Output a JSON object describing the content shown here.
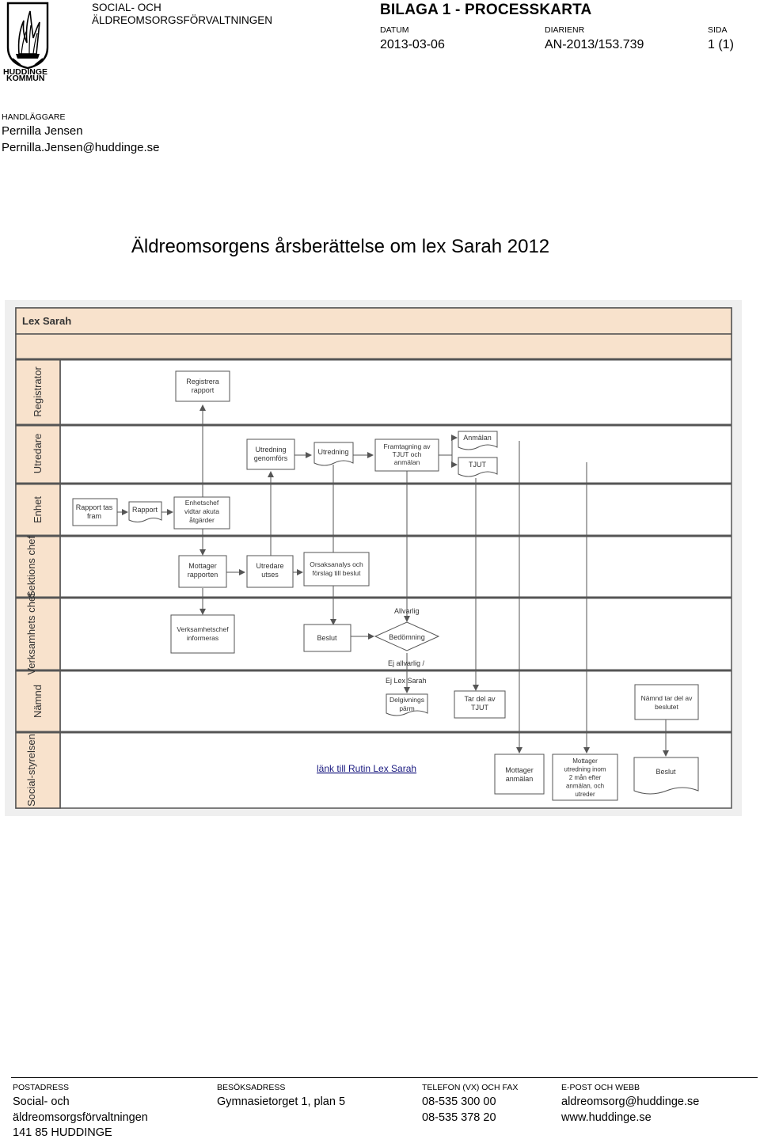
{
  "header": {
    "logo_text_line1": "HUDDINGE",
    "logo_text_line2": "KOMMUN",
    "org_line1": "SOCIAL- OCH",
    "org_line2": "ÄLDREOMSORGSFÖRVALTNINGEN",
    "title": "BILAGA 1 - PROCESSKARTA",
    "date_label": "DATUM",
    "date_value": "2013-03-06",
    "diarienr_label": "DIARIENR",
    "diarienr_value": "AN-2013/153.739",
    "page_label": "SIDA",
    "page_value": "1 (1)"
  },
  "handlaggare": {
    "label": "HANDLÄGGARE",
    "name": "Pernilla Jensen",
    "email": "Pernilla.Jensen@huddinge.se"
  },
  "main_title": "Äldreomsorgens årsberättelse om lex Sarah 2012",
  "diagram": {
    "title": "Lex Sarah",
    "lanes": [
      "Registrator",
      "Utredare",
      "Enhet",
      "Sektions chef",
      "Verksamhets chef",
      "Nämnd",
      "Social-styrelsen"
    ],
    "nodes": {
      "registrera_rapport": "Registrera rapport",
      "utredning_genomfors": "Utredning genomförs",
      "utredning_doc": "Utredning",
      "framtagning": "Framtagning av TJUT och anmälan",
      "anmalan": "Anmälan",
      "tjut": "TJUT",
      "rapport_tas_fram": "Rapport tas fram",
      "rapport": "Rapport",
      "enhetschef_vidtar": "Enhetschef vidtar akuta åtgärder",
      "mottager_rapporten": "Mottager rapporten",
      "utredare_utses": "Utredare utses",
      "orsaksanalys": "Orsaksanalys och förslag till beslut",
      "verksamhetschef_informeras": "Verksamhetschef informeras",
      "beslut": "Beslut",
      "bedomning": "Bedömning",
      "allvarlig": "Allvarlig",
      "ej_allvarlig": "Ej allvarlig / Ej Lex Sarah",
      "delgivnings_parm": "Delgivnings pärm",
      "tar_del_av_tjut": "Tar del av TJUT",
      "namnd_tar_del": "Nämnd tar del av beslutet",
      "lank": "länk till Rutin Lex Sarah",
      "mottager_anmalan": "Mottager anmälan",
      "mottager_utredning": "Mottager utredning inom 2 mån efter anmälan, och utreder",
      "beslut_ss": "Beslut"
    }
  },
  "footer": {
    "post_label": "POSTADRESS",
    "post_line1": "Social- och",
    "post_line2": "äldreomsorgsförvaltningen",
    "post_line3": "141 85  HUDDINGE",
    "visit_label": "BESÖKSADRESS",
    "visit_line1": "Gymnasietorget 1, plan 5",
    "phone_label": "TELEFON (VX) OCH FAX",
    "phone_line1": "08-535 300 00",
    "phone_line2": "08-535 378 20",
    "web_label": "E-POST OCH WEBB",
    "web_line1": "aldreomsorg@huddinge.se",
    "web_line2": "www.huddinge.se"
  }
}
